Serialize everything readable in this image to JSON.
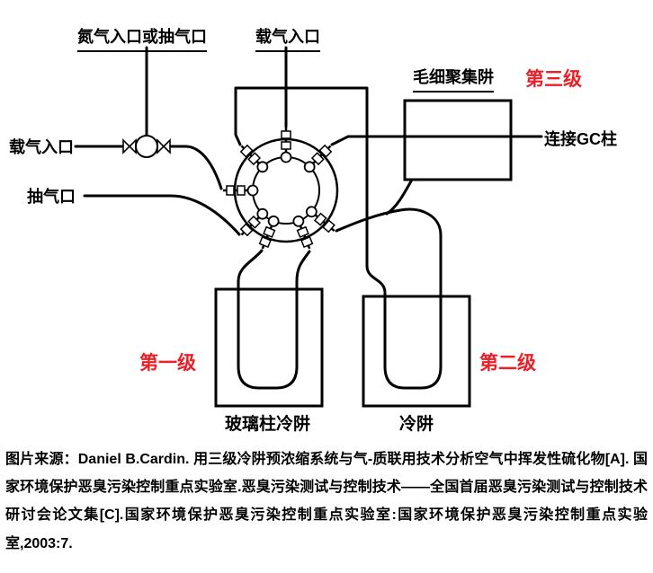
{
  "diagram": {
    "labels": {
      "nitrogen_or_pump_inlet": "氮气入口或抽气口",
      "carrier_gas_inlet_top": "载气入口",
      "carrier_gas_inlet_left": "载气入口",
      "pump_port": "抽气口",
      "capillary_trap": "毛细聚集阱",
      "connect_gc_column": "连接GC柱",
      "glass_column_cold_trap": "玻璃柱冷阱",
      "cold_trap": "冷阱",
      "stage1": "第一级",
      "stage2": "第二级",
      "stage3": "第三级"
    },
    "colors": {
      "stage_label_red": "#e62129",
      "line_black": "#000000"
    }
  },
  "caption": {
    "text": "图片来源：Daniel B.Cardin. 用三级冷阱预浓缩系统与气-质联用技术分析空气中挥发性硫化物[A]. 国家环境保护恶臭污染控制重点实验室.恶臭污染测试与控制技术——全国首届恶臭污染测试与控制技术研讨会论文集[C].国家环境保护恶臭污染控制重点实验室:国家环境保护恶臭污染控制重点实验室,2003:7."
  }
}
